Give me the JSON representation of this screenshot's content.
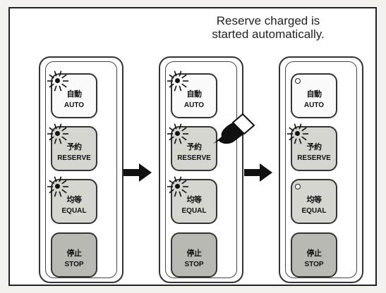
{
  "caption": {
    "line1": "Reserve charged is",
    "line2": "started automatically."
  },
  "panels": [
    {
      "buttons": [
        {
          "jp": "自動",
          "en": "AUTO",
          "led": "blinking",
          "color": "#fafafa"
        },
        {
          "jp": "予約",
          "en": "RESERVE",
          "led": "blinking",
          "color": "#d6d6d0"
        },
        {
          "jp": "均等",
          "en": "EQUAL",
          "led": "blinking",
          "color": "#d6d6d0"
        },
        {
          "jp": "停止",
          "en": "STOP",
          "led": "none",
          "color": "#b9b9b3"
        }
      ]
    },
    {
      "buttons": [
        {
          "jp": "自動",
          "en": "AUTO",
          "led": "blinking",
          "color": "#fafafa"
        },
        {
          "jp": "予約",
          "en": "RESERVE",
          "led": "blinking",
          "color": "#d6d6d0"
        },
        {
          "jp": "均等",
          "en": "EQUAL",
          "led": "blinking",
          "color": "#d6d6d0"
        },
        {
          "jp": "停止",
          "en": "STOP",
          "led": "none",
          "color": "#b9b9b3"
        }
      ],
      "pressed": "RESERVE"
    },
    {
      "buttons": [
        {
          "jp": "自動",
          "en": "AUTO",
          "led": "off",
          "color": "#fafafa"
        },
        {
          "jp": "予約",
          "en": "RESERVE",
          "led": "blinking",
          "color": "#d6d6d0"
        },
        {
          "jp": "均等",
          "en": "EQUAL",
          "led": "off",
          "color": "#d6d6d0"
        },
        {
          "jp": "停止",
          "en": "STOP",
          "led": "none",
          "color": "#b9b9b3"
        }
      ]
    }
  ]
}
